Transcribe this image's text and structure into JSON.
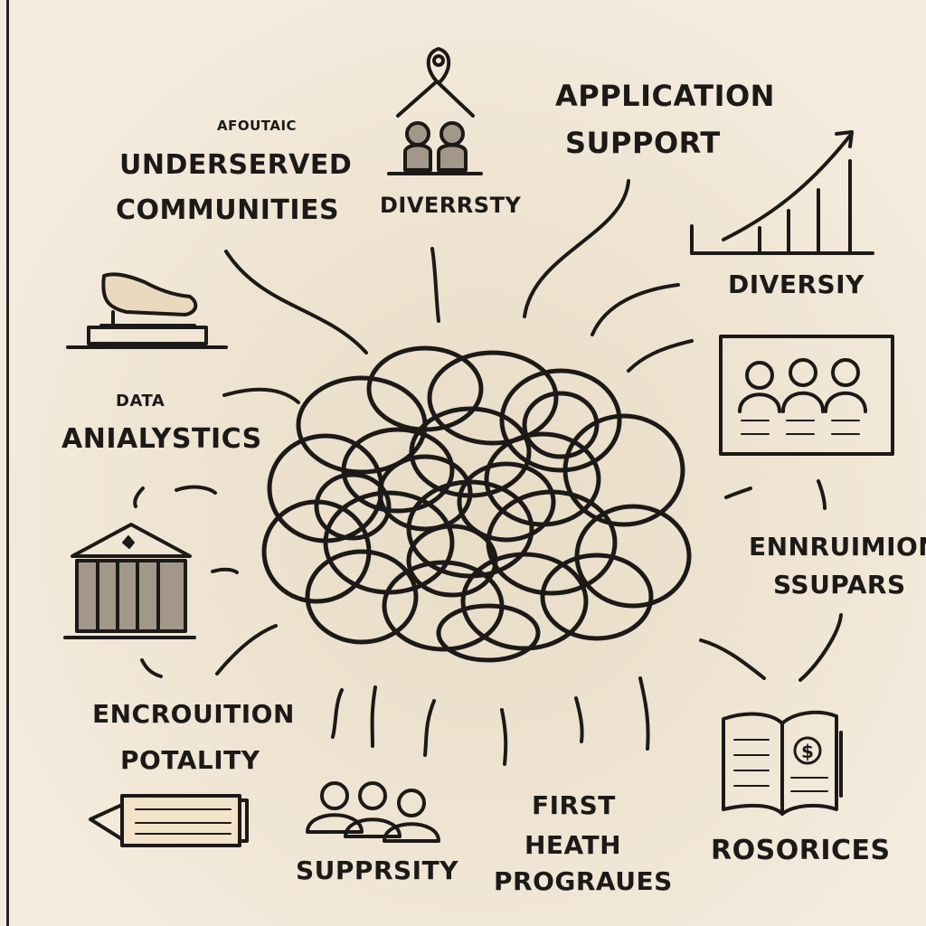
{
  "labels": {
    "adjunct": "AFOUTAIC",
    "underserved": "UNDERSERVED",
    "communities": "COMMUNITIES",
    "diversity_top": "DIVERRSTY",
    "application": "APPLICATION",
    "support": "SUPPORT",
    "diversity_right": "DIVERSIY",
    "data": "DATA",
    "analytics": "ANIALYSTICS",
    "enrollment": "ENNRUIMION",
    "ssupars": "SSUPARS",
    "encrouition": "ENCROUITION",
    "potality": "POTALITY",
    "supprsity": "SUPPRSITY",
    "first": "FIRST",
    "heath": "HEATH",
    "prograues": "PROGRAUES",
    "resources": "ROSORICES"
  },
  "icons": [
    "location-pin-icon",
    "people-house-icon",
    "growth-chart-icon",
    "shoe-pedestal-icon",
    "group-presentation-icon",
    "institution-building-icon",
    "book-dollar-icon",
    "pencil-icon",
    "people-group-icon"
  ],
  "colors": {
    "background": "#f3e9da",
    "ink": "#1c1a18",
    "icon_fill": "#a3978a"
  }
}
